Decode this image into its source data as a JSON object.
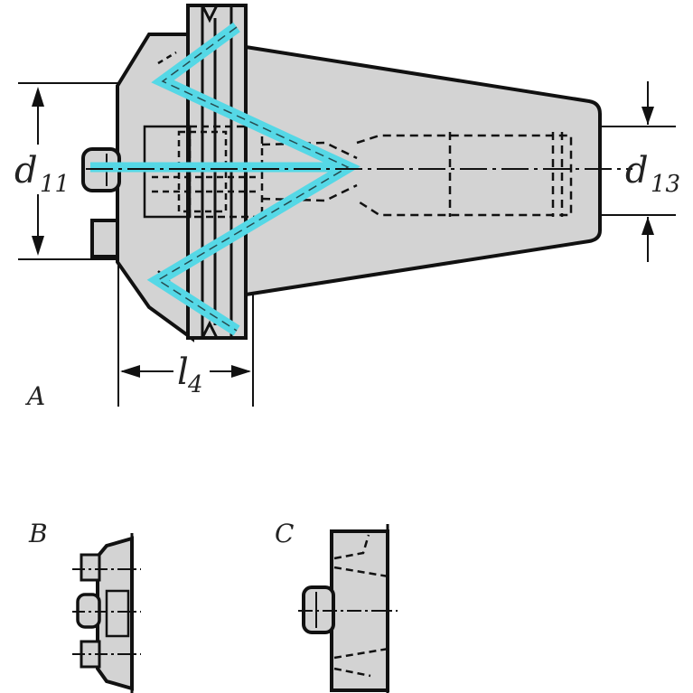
{
  "labels": {
    "view_a": "A",
    "view_b": "B",
    "view_c": "C",
    "d11_main": "d",
    "d11_sub": "11",
    "d13_main": "d",
    "d13_sub": "13",
    "l4_main": "l",
    "l4_sub": "4"
  },
  "colors": {
    "body_fill": "#d3d3d3",
    "outline": "#111111",
    "coolant": "#55d8e6",
    "background": "#ffffff"
  }
}
